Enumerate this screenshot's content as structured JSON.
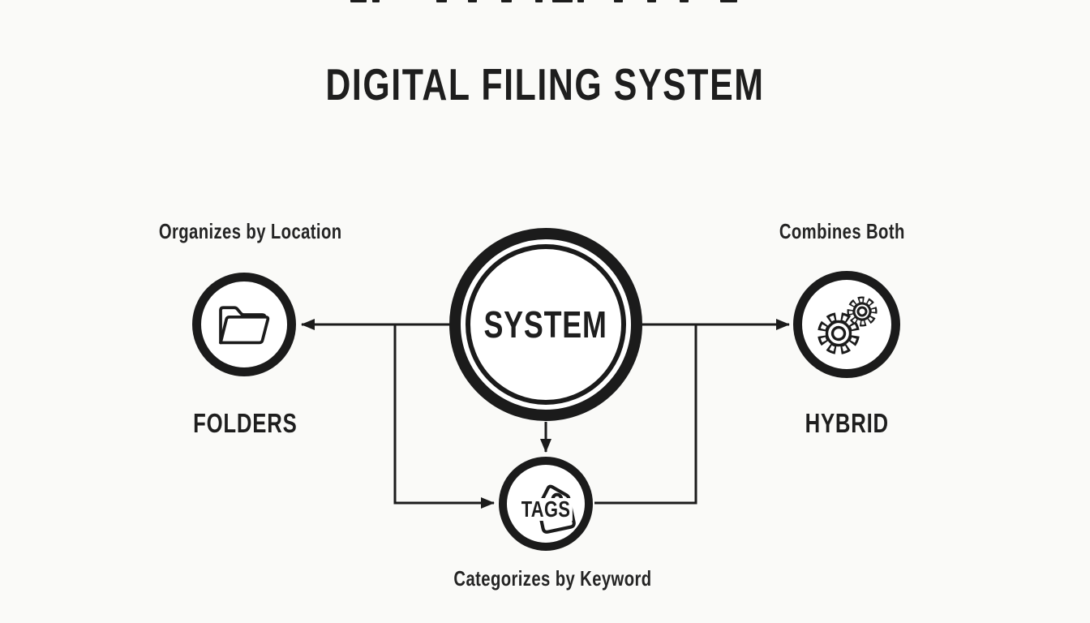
{
  "title": "DIGITAL FILING SYSTEM",
  "center": {
    "label": "SYSTEM"
  },
  "nodes": {
    "folders": {
      "caption": "Organizes by Location",
      "name": "FOLDERS",
      "icon": "folder-icon"
    },
    "hybrid": {
      "caption": "Combines Both",
      "name": "HYBRID",
      "icon": "gears-icon"
    },
    "tags": {
      "caption": "Categorizes by Keyword",
      "name": "TAGS",
      "icon": "tag-icon"
    }
  },
  "colors": {
    "ink": "#1b1b1b",
    "background": "#fafaf8"
  }
}
